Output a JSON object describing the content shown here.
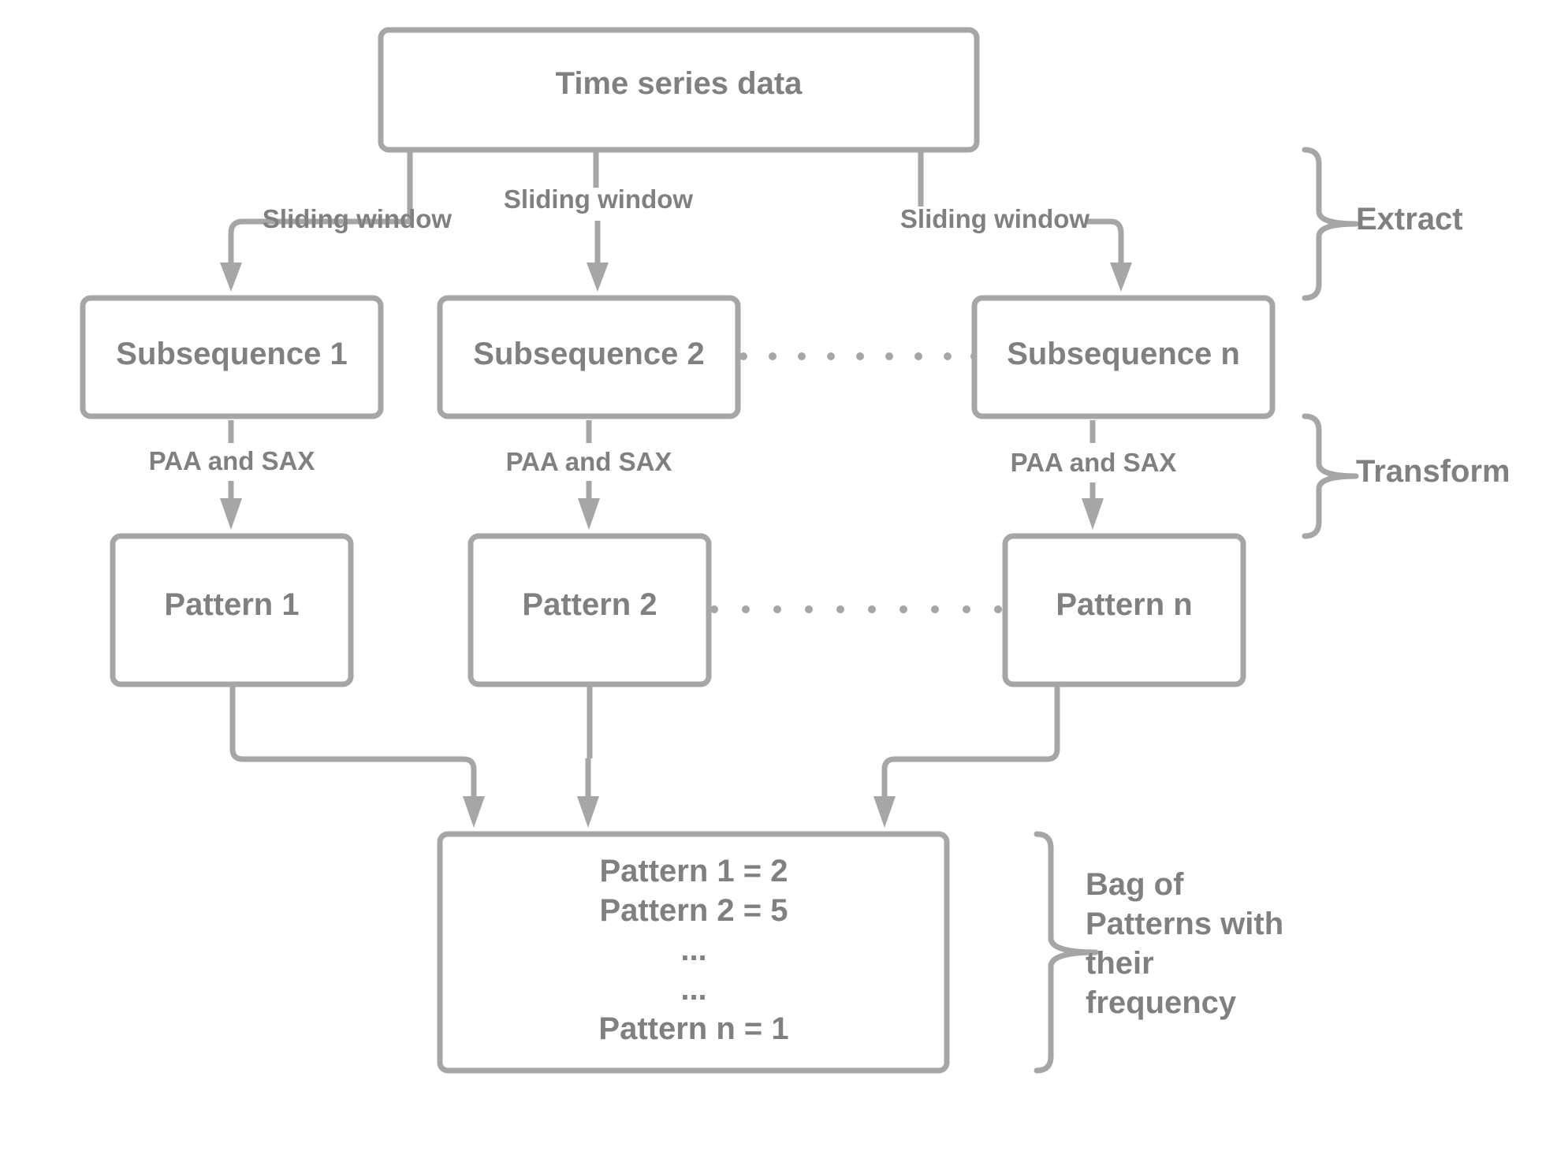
{
  "nodes": {
    "source": "Time series data",
    "subsequences": [
      "Subsequence 1",
      "Subsequence 2",
      "Subsequence n"
    ],
    "patterns": [
      "Pattern 1",
      "Pattern 2",
      "Pattern n"
    ],
    "bag_lines": [
      "Pattern 1 = 2",
      "Pattern 2 = 5",
      "...",
      "...",
      "Pattern n = 1"
    ]
  },
  "edges": {
    "extract_labels": [
      "Sliding window",
      "Sliding window",
      "Sliding window"
    ],
    "transform_labels": [
      "PAA and SAX",
      "PAA and SAX",
      "PAA and SAX"
    ]
  },
  "stages": {
    "extract": "Extract",
    "transform": "Transform",
    "bag_lines": [
      "Bag of",
      "Patterns with",
      "their",
      "frequency"
    ]
  },
  "colors": {
    "stroke": "#a6a6a6",
    "text": "#808080",
    "background": "#ffffff"
  }
}
